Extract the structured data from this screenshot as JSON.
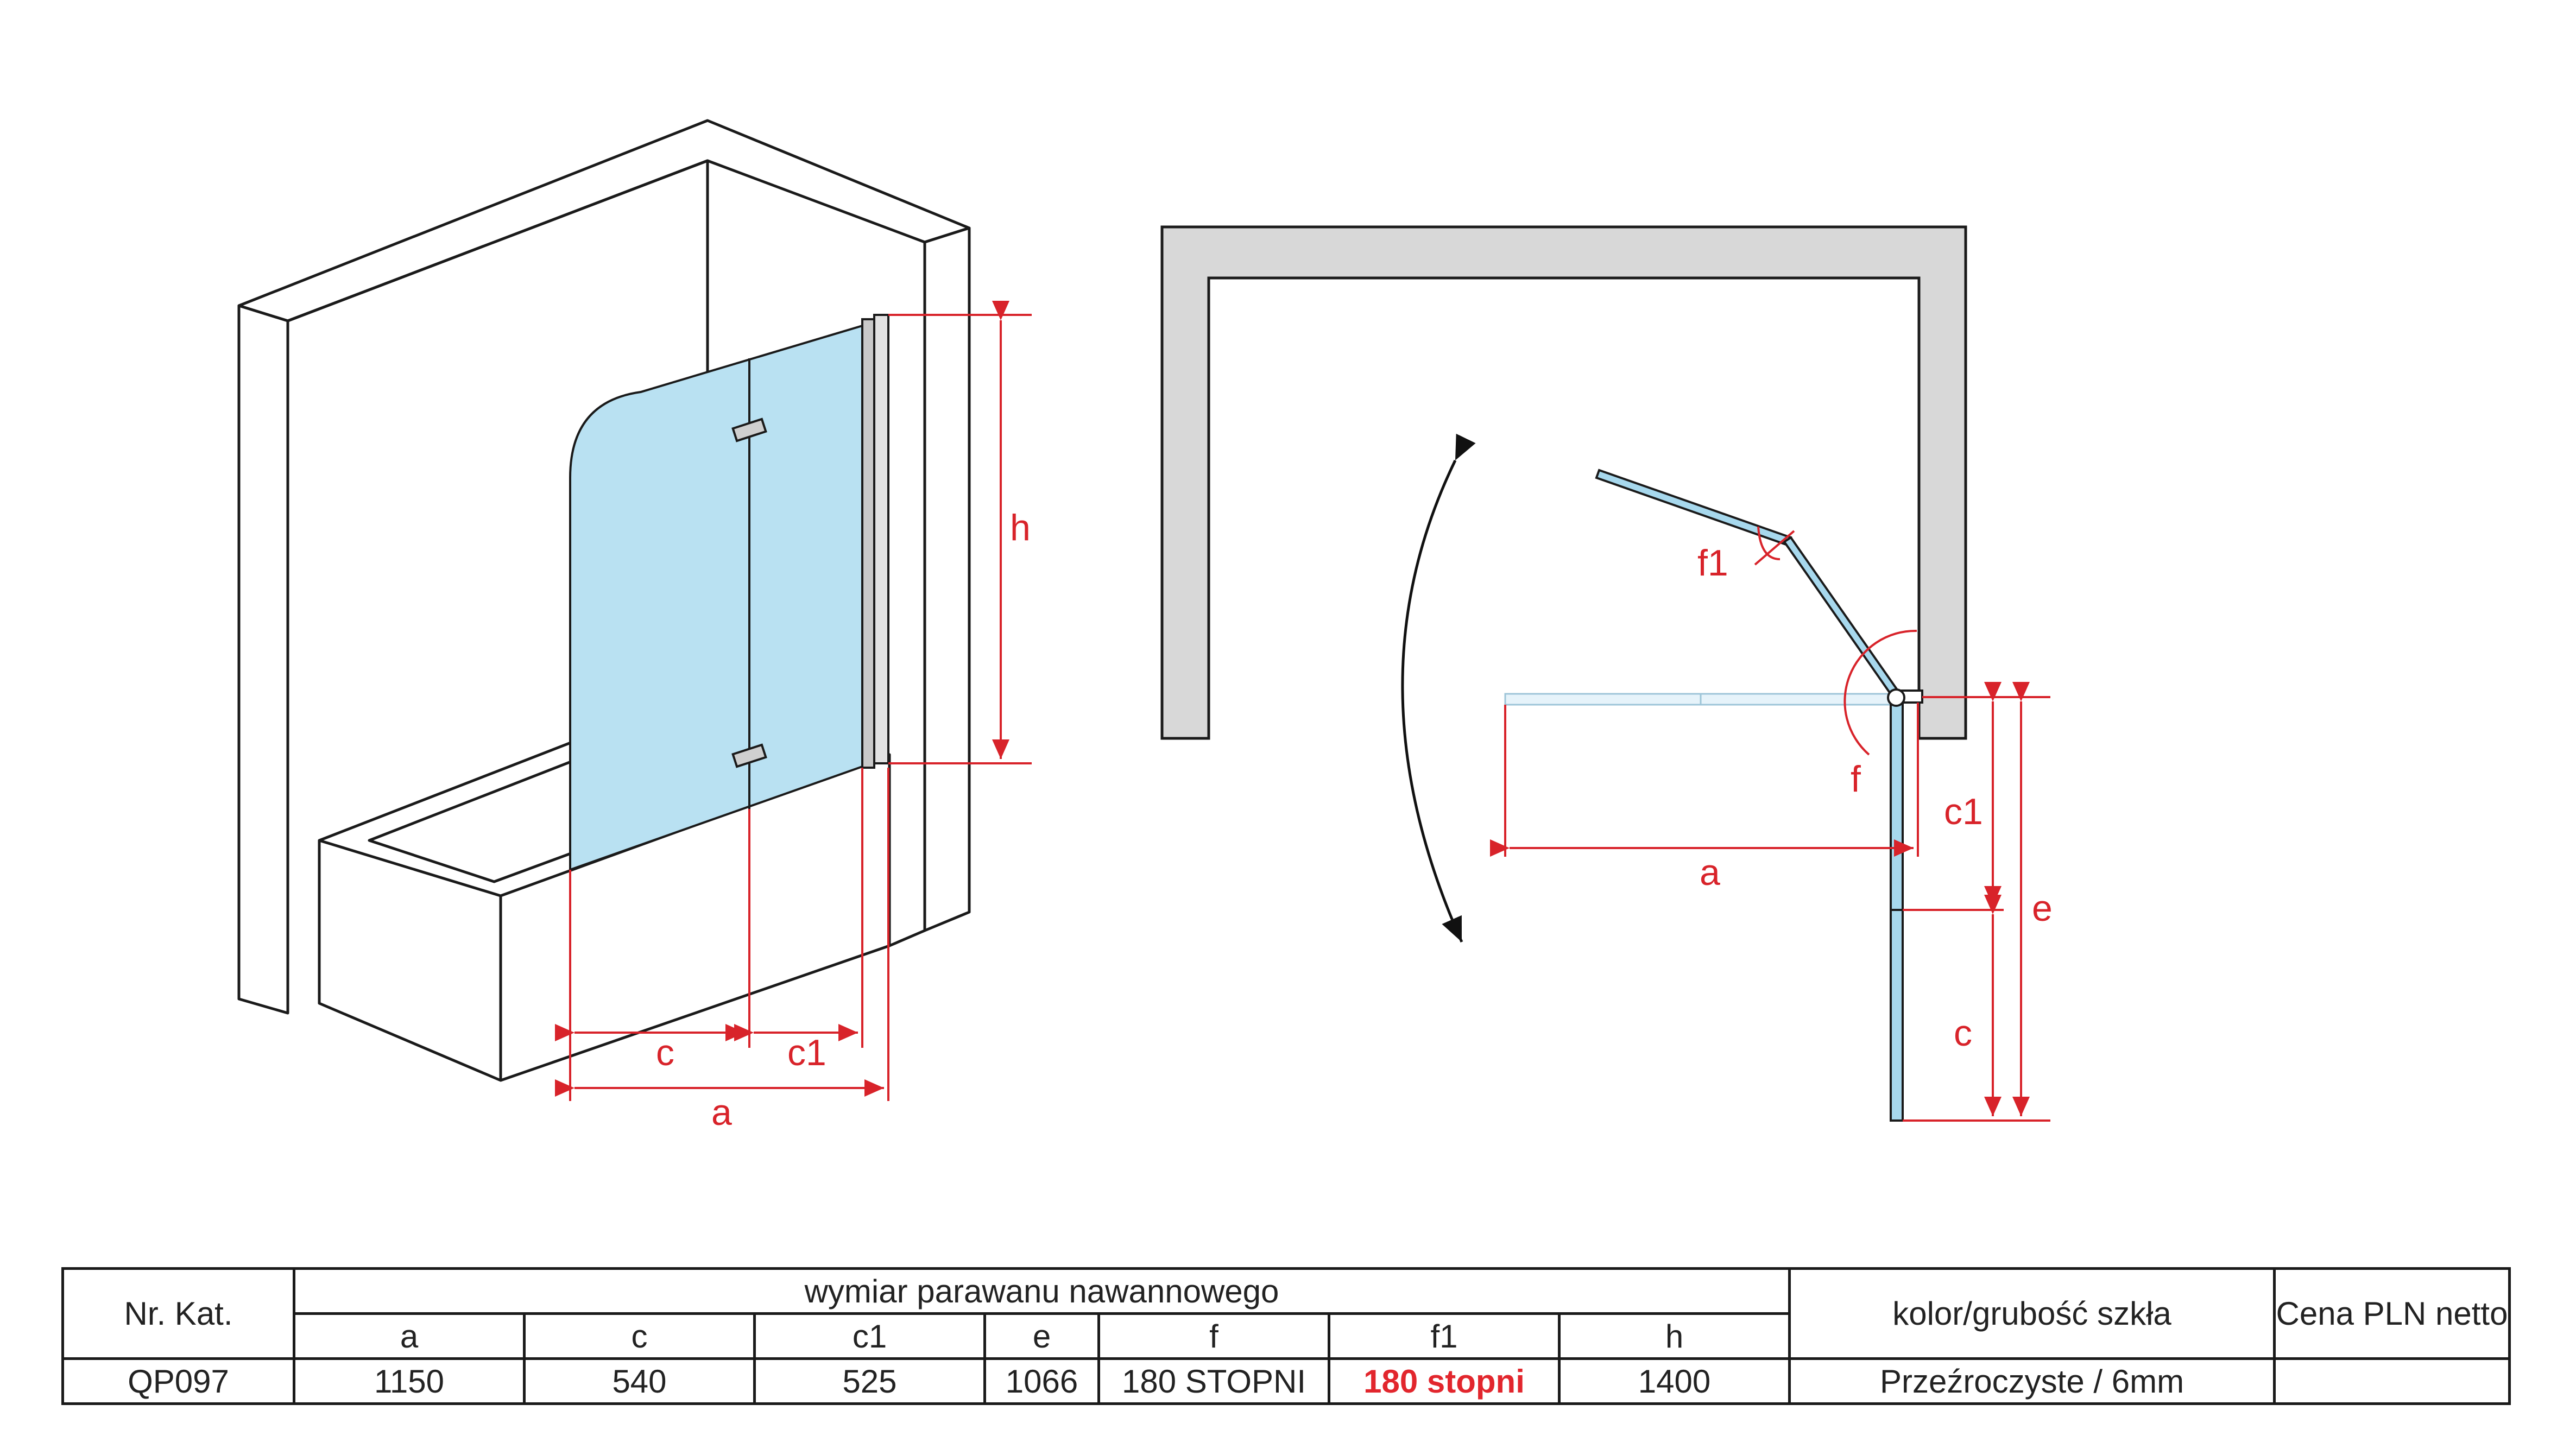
{
  "diagram": {
    "colors": {
      "glass": "#b9e1f2",
      "glass_plan": "#a7d8ed",
      "dimension": "#d8232a",
      "wall": "#d8d8d8",
      "outline": "#1a1a1a"
    },
    "labels": {
      "h": "h",
      "c": "c",
      "c1": "c1",
      "a": "a",
      "f": "f",
      "f1": "f1",
      "e": "e"
    }
  },
  "table": {
    "header": {
      "nr_kat": "Nr. Kat.",
      "wymiar": "wymiar parawanu nawannowego",
      "kolor": "kolor/grubość szkła",
      "cena": "Cena PLN netto"
    },
    "columns": [
      "a",
      "c",
      "c1",
      "e",
      "f",
      "f1",
      "h"
    ],
    "row": {
      "nr_kat": "QP097",
      "values": [
        "1150",
        "540",
        "525",
        "1066",
        "180 STOPNI",
        "180 stopni",
        "1400"
      ],
      "kolor": "Przeźroczyste / 6mm",
      "cena": ""
    }
  }
}
